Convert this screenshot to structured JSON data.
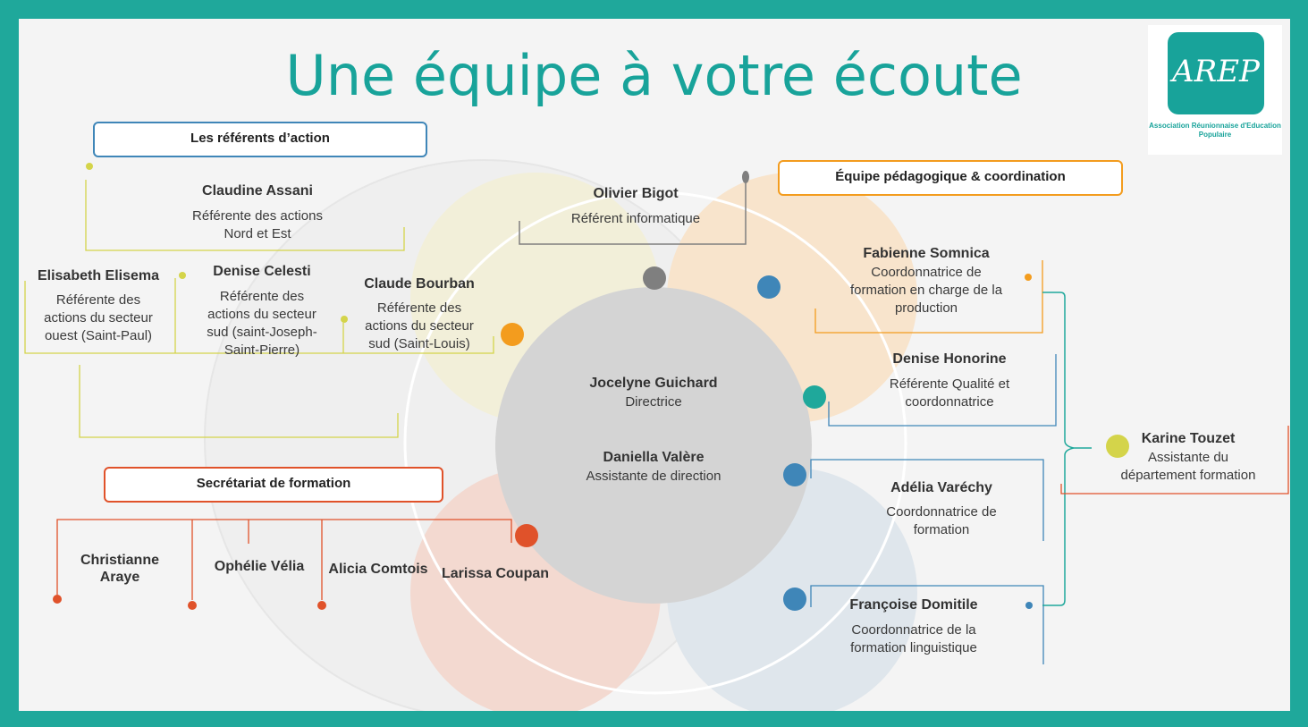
{
  "title": "Une équipe à votre écoute",
  "logo": {
    "text": "AREP",
    "subtitle": "Association Réunionnaise d'Education Populaire"
  },
  "boxes": {
    "referents": "Les référents d’action",
    "equipe": "Équipe pédagogique & coordination",
    "secretariat": "Secrétariat de formation"
  },
  "center": {
    "director_name": "Jocelyne Guichard",
    "director_role": "Directrice",
    "assistant_name": "Daniella Valère",
    "assistant_role": "Assistante de direction"
  },
  "people": {
    "olivier": {
      "name": "Olivier Bigot",
      "role": "Référent informatique"
    },
    "claudine": {
      "name": "Claudine Assani",
      "role1": "Référente des actions",
      "role2": "Nord et Est"
    },
    "elisabeth": {
      "name": "Elisabeth Elisema",
      "role1": "Référente des",
      "role2": "actions du secteur",
      "role3": "ouest (Saint-Paul)"
    },
    "denise_c": {
      "name": "Denise Celesti",
      "role1": "Référente des",
      "role2": "actions du secteur",
      "role3": "sud (saint-Joseph-",
      "role4": "Saint-Pierre)"
    },
    "claude": {
      "name": "Claude Bourban",
      "role1": "Référente des",
      "role2": "actions du secteur",
      "role3": "sud  (Saint-Louis)"
    },
    "fabienne": {
      "name": "Fabienne Somnica",
      "role1": "Coordonnatrice de",
      "role2": "formation en charge de la",
      "role3": "production"
    },
    "denise_h": {
      "name": "Denise Honorine",
      "role1": "Référente Qualité et",
      "role2": "coordonnatrice"
    },
    "adelia": {
      "name": "Adélia Varéchy",
      "role1": "Coordonnatrice de",
      "role2": "formation"
    },
    "francoise": {
      "name": "Françoise Domitile",
      "role1": "Coordonnatrice de la",
      "role2": "formation linguistique"
    },
    "karine": {
      "name": "Karine Touzet",
      "role1": "Assistante du",
      "role2": "département formation"
    },
    "christianne": {
      "name1": "Christianne",
      "name2": "Araye"
    },
    "ophelie": {
      "name": "Ophélie Vélia"
    },
    "alicia": {
      "name": "Alicia Comtois"
    },
    "larissa": {
      "name": "Larissa Coupan"
    }
  },
  "colors": {
    "teal": "#1fa89b",
    "yellow": "#d4d44a",
    "orange": "#f39c1e",
    "red": "#e0522a",
    "blue": "#3f86b8",
    "gray": "#7f7f7f"
  }
}
